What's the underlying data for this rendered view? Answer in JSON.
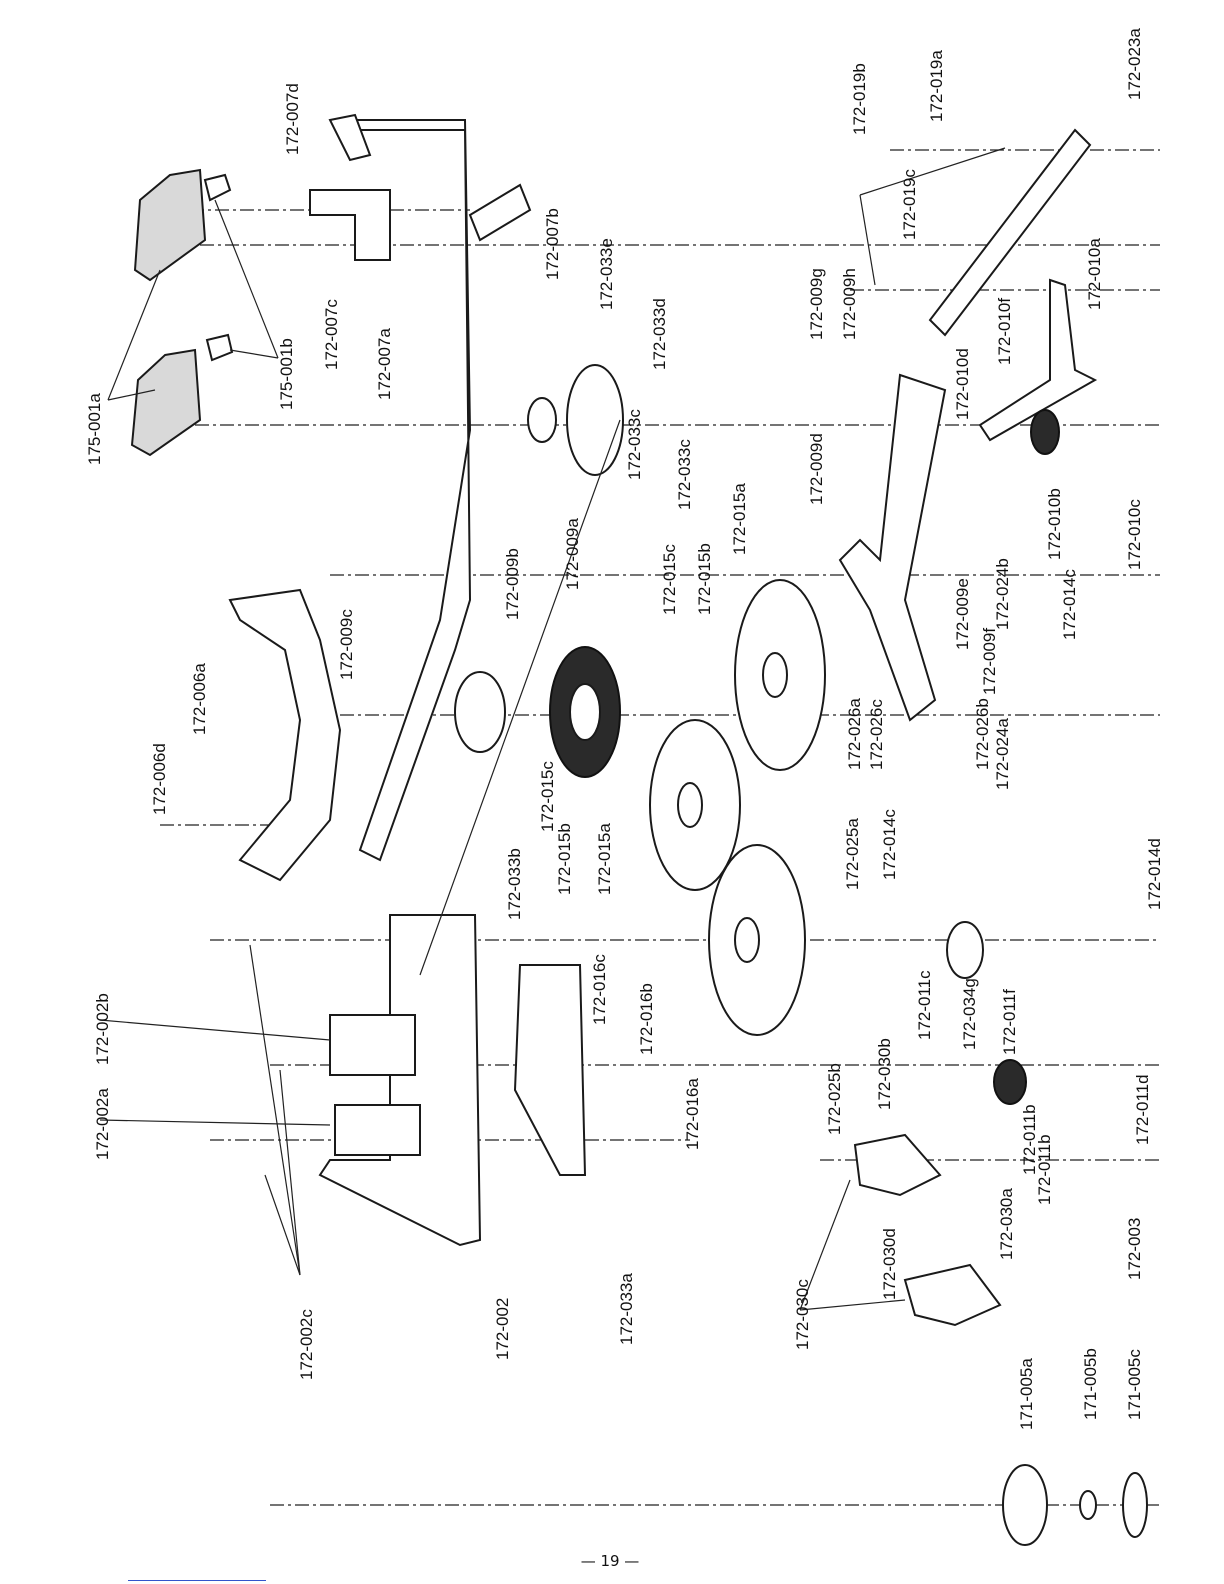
{
  "page": {
    "number": "— 19 —"
  },
  "labels": {
    "l175_001a": "175-001a",
    "l175_001b": "175-001b",
    "l172_007d": "172-007d",
    "l172_007c": "172-007c",
    "l172_007a": "172-007a",
    "l172_007b": "172-007b",
    "l172_033e": "172-033e",
    "l172_033d": "172-033d",
    "l172_033c_top": "172-033c",
    "l172_033c_mid": "172-033c",
    "l172_006a": "172-006a",
    "l172_006d": "172-006d",
    "l172_009c": "172-009c",
    "l172_009b": "172-009b",
    "l172_009a": "172-009a",
    "l172_015c_top": "172-015c",
    "l172_015b_top": "172-015b",
    "l172_015a_top": "172-015a",
    "l172_015c_low": "172-015c",
    "l172_015b_low": "172-015b",
    "l172_015a_low": "172-015a",
    "l172_009d": "172-009d",
    "l172_009e": "172-009e",
    "l172_009f": "172-009f",
    "l172_009g": "172-009g",
    "l172_009h": "172-009h",
    "l172_019b": "172-019b",
    "l172_019a": "172-019a",
    "l172_019c": "172-019c",
    "l172_023a": "172-023a",
    "l172_010a": "172-010a",
    "l172_010f": "172-010f",
    "l172_010d": "172-010d",
    "l172_010b": "172-010b",
    "l172_010c": "172-010c",
    "l172_024b": "172-024b",
    "l172_024a": "172-024a",
    "l172_014c_top": "172-014c",
    "l172_014c_low": "172-014c",
    "l172_014d": "172-014d",
    "l172_026a": "172-026a",
    "l172_026c": "172-026c",
    "l172_026b": "172-026b",
    "l172_025a": "172-025a",
    "l172_025b": "172-025b",
    "l172_033b": "172-033b",
    "l172_033a": "172-033a",
    "l172_016c": "172-016c",
    "l172_016b": "172-016b",
    "l172_016a": "172-016a",
    "l172_011c": "172-011c",
    "l172_034g": "172-034g",
    "l172_011f": "172-011f",
    "l172_011d": "172-011d",
    "l172_011b_a": "172-011b",
    "l172_011b_b": "172-011b",
    "l172_030b": "172-030b",
    "l172_030a": "172-030a",
    "l172_030d": "172-030d",
    "l172_030c": "172-030c",
    "l172_003": "172-003",
    "l172_002b": "172-002b",
    "l172_002a": "172-002a",
    "l172_002c": "172-002c",
    "l172_002": "172-002",
    "l171_005a": "171-005a",
    "l171_005b": "171-005b",
    "l171_005c": "171-005c"
  }
}
